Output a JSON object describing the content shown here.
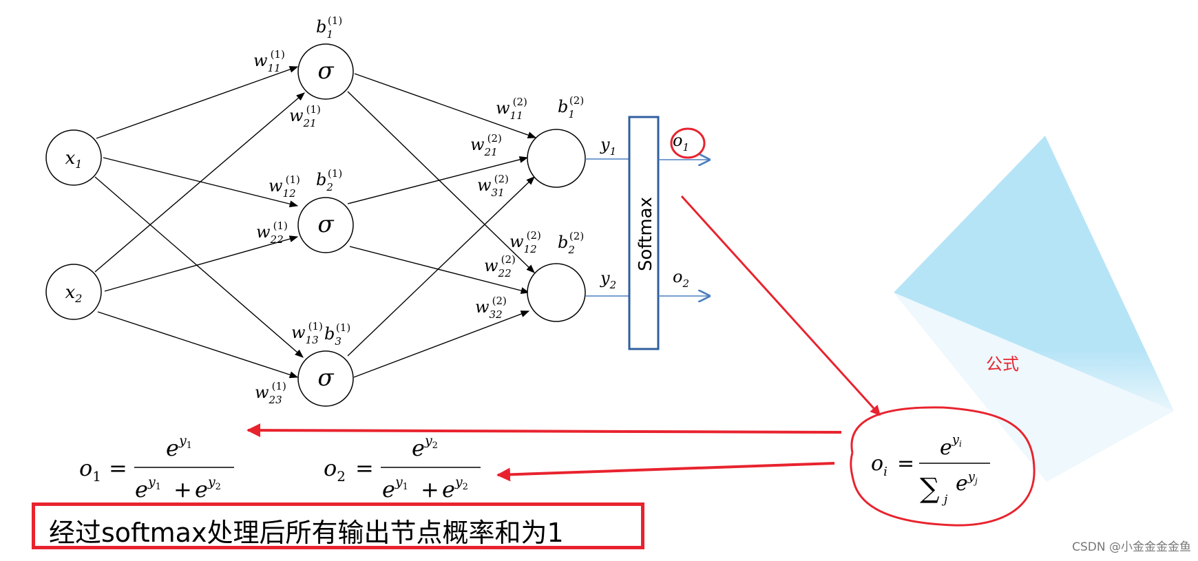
{
  "inputs": [
    {
      "base": "x",
      "sub": "1"
    },
    {
      "base": "x",
      "sub": "2"
    }
  ],
  "hidden_nodes": [
    {
      "symbol": "σ",
      "bias": {
        "base": "b",
        "sub": "1",
        "sup": "(1)"
      }
    },
    {
      "symbol": "σ",
      "bias": {
        "base": "b",
        "sub": "2",
        "sup": "(1)"
      }
    },
    {
      "symbol": "σ",
      "bias": {
        "base": "b",
        "sub": "3",
        "sup": "(1)"
      }
    }
  ],
  "output_biases": [
    {
      "base": "b",
      "sub": "1",
      "sup": "(2)"
    },
    {
      "base": "b",
      "sub": "2",
      "sup": "(2)"
    }
  ],
  "weights_layer1": [
    {
      "base": "w",
      "sub": "11",
      "sup": "(1)"
    },
    {
      "base": "w",
      "sub": "21",
      "sup": "(1)"
    },
    {
      "base": "w",
      "sub": "12",
      "sup": "(1)"
    },
    {
      "base": "w",
      "sub": "22",
      "sup": "(1)"
    },
    {
      "base": "w",
      "sub": "13",
      "sup": "(1)"
    },
    {
      "base": "w",
      "sub": "23",
      "sup": "(1)"
    }
  ],
  "weights_layer2": [
    {
      "base": "w",
      "sub": "11",
      "sup": "(2)"
    },
    {
      "base": "w",
      "sub": "21",
      "sup": "(2)"
    },
    {
      "base": "w",
      "sub": "31",
      "sup": "(2)"
    },
    {
      "base": "w",
      "sub": "12",
      "sup": "(2)"
    },
    {
      "base": "w",
      "sub": "22",
      "sup": "(2)"
    },
    {
      "base": "w",
      "sub": "32",
      "sup": "(2)"
    }
  ],
  "y_labels": [
    {
      "base": "y",
      "sub": "1"
    },
    {
      "base": "y",
      "sub": "2"
    }
  ],
  "softmax_label": "Softmax",
  "o_labels": [
    {
      "base": "o",
      "sub": "1"
    },
    {
      "base": "o",
      "sub": "2"
    }
  ],
  "formula_tag": "公式",
  "general_formula": {
    "lhs": "o",
    "lhs_sub": "i",
    "eq": "=",
    "num_base": "e",
    "num_sup": "y",
    "num_sup_sub": "i",
    "den_sum": "∑",
    "den_sum_sub": "j",
    "den_base": "e",
    "den_sup": "y",
    "den_sup_sub": "j"
  },
  "formula_o1": {
    "lhs": "o",
    "lhs_sub": "1",
    "eq": "=",
    "num": {
      "base": "e",
      "sup": "y",
      "sup_sub": "1"
    },
    "den": [
      {
        "base": "e",
        "sup": "y",
        "sup_sub": "1"
      },
      {
        "base": "e",
        "sup": "y",
        "sup_sub": "2"
      }
    ],
    "plus": "+"
  },
  "formula_o2": {
    "lhs": "o",
    "lhs_sub": "2",
    "eq": "=",
    "num": {
      "base": "e",
      "sup": "y",
      "sup_sub": "2"
    },
    "den": [
      {
        "base": "e",
        "sup": "y",
        "sup_sub": "1"
      },
      {
        "base": "e",
        "sup": "y",
        "sup_sub": "2"
      }
    ],
    "plus": "+"
  },
  "caption": "经过softmax处理后所有输出节点概率和为1",
  "watermark": "CSDN @小金金金金鱼",
  "colors": {
    "annotation_red": "#e8232e",
    "softmax_box": "#2f5f9e",
    "output_arrow": "#4a7fc0",
    "triangle": "#b6e4f7"
  }
}
